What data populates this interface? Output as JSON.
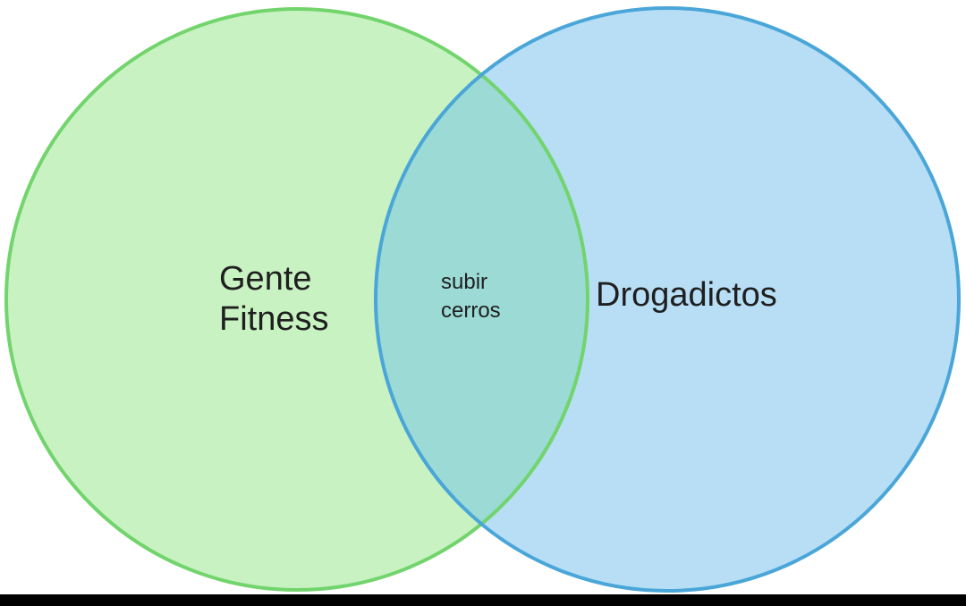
{
  "venn": {
    "left_set": {
      "lines": [
        "Gente",
        "Fitness"
      ],
      "fill": "#c8f2c2",
      "stroke": "#72d46c"
    },
    "right_set": {
      "lines": [
        "Drogadictos"
      ],
      "fill": "#b7def5",
      "stroke": "#4aa6d8"
    },
    "intersection": {
      "lines": [
        "subir",
        "cerros"
      ],
      "fill": "#9bdad5"
    }
  }
}
